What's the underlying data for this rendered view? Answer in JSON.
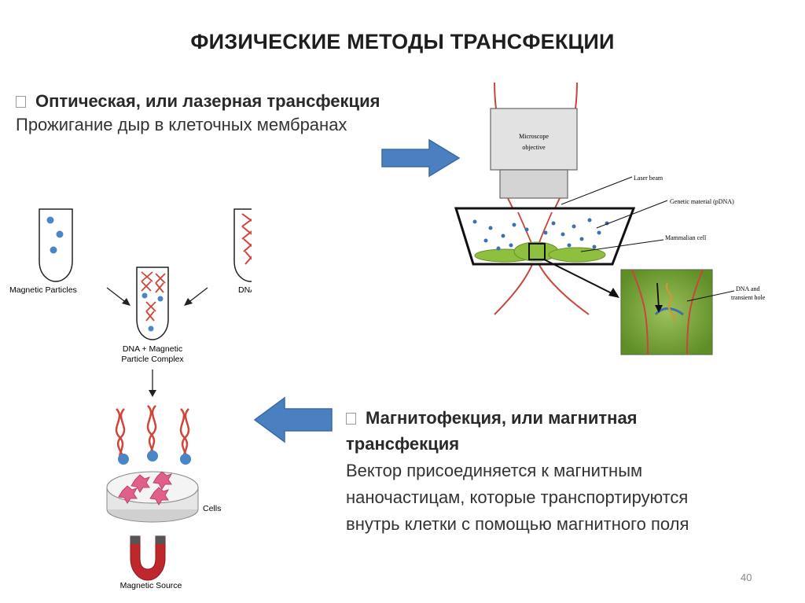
{
  "title": "ФИЗИЧЕСКИЕ МЕТОДЫ ТРАНСФЕКЦИИ",
  "optical": {
    "heading": "Оптическая, или лазерная трансфекция",
    "description": "Прожигание дыр в клеточных мембранах"
  },
  "magnetic": {
    "heading_line1": "Магнитофекция, или магнитная",
    "heading_line2": "трансфекция",
    "description_lines": [
      "Вектор присоединяется к магнитным",
      "наночастицам, которые транспортируются",
      "внутрь клетки с помощью магнитного поля"
    ]
  },
  "laser_diagram": {
    "microscope_line1": "Microscope",
    "microscope_line2": "objective",
    "laser_beam": "Laser beam",
    "genetic_material": "Genetic material (pDNA)",
    "mammalian_cell": "Mammalian cell",
    "dna_hole_line1": "DNA and",
    "dna_hole_line2": "transient hole"
  },
  "magnet_diagram": {
    "magnetic_particles": "Magnetic Particles",
    "dna": "DNA",
    "complex_line1": "DNA + Magnetic",
    "complex_line2": "Particle Complex",
    "cells": "Cells",
    "magnetic_source": "Magnetic Source"
  },
  "page_number": "40",
  "colors": {
    "arrow_blue": "#4a7fc0",
    "dna_red": "#d0453a",
    "particle_blue": "#4a86c6",
    "cell_green": "#8fbf3f",
    "cell_pink": "#e0608a",
    "magnet_red": "#c0272d"
  }
}
